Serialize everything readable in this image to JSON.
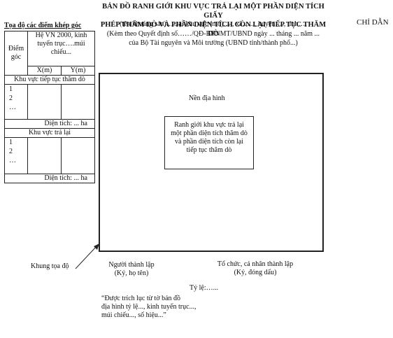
{
  "title": {
    "line1": "BẢN ĐỒ RANH GIỚI KHU VỰC TRẢ LẠI MỘT PHẦN DIỆN TÍCH GIẤY",
    "line2": "PHÉP THĂM DÒ VÀ PHẦN DIỆN TÍCH CÒN LẠI TIẾP TỤC THĂM DÒ"
  },
  "guide_label": "CHỈ DẪN",
  "subtitle": {
    "line1": "(tên khoáng sản)…..tại khu vực (mỏ)…., xã…..., huyện…., tỉnh….",
    "line2": "(Kèm theo Quyết định số……/QĐ-BTNMT/UBND ngày ... tháng ... năm ...",
    "line3": "của Bộ Tài nguyên và Môi trường (UBND tỉnh/thành phố...)"
  },
  "coord_table": {
    "title": "Tọa độ các điểm khép góc",
    "point_header": "Điểm góc",
    "system_header": "Hệ VN 2000, kinh tuyến trục….múi chiếu...",
    "x_header": "X(m)",
    "y_header": "Y(m)",
    "section1_label": "Khu vực tiếp tục thăm dò",
    "section1_rows": [
      "1",
      "2",
      "…"
    ],
    "section1_area": "Diện tích: ... ha",
    "section2_label": "Khu vực trả lại",
    "section2_rows": [
      "1",
      "2",
      "…"
    ],
    "section2_area": "Diện tích: ... ha"
  },
  "map": {
    "terrain_label": "Nền địa hình",
    "inner_line1": "Ranh giới khu vực trả lại",
    "inner_line2": "một phần diện tích thăm dò",
    "inner_line3": "và phần diện tích còn lại",
    "inner_line4": "tiếp tục thăm dò"
  },
  "frame_label": "Khung tọa độ",
  "preparer": {
    "title": "Người thành lập",
    "sign": "(Ký, họ tên)"
  },
  "organization": {
    "title": "Tổ chức, cá nhân thành lập",
    "sign": "(Ký, đóng dấu)"
  },
  "scale_label": "Tỷ lệ:…...",
  "extract_note": {
    "line1": "“Được trích lục từ tờ  bản đồ",
    "line2": "địa hình tỷ lệ..., kinh tuyến trục...,",
    "line3": "múi chiếu..., số hiệu...”"
  }
}
